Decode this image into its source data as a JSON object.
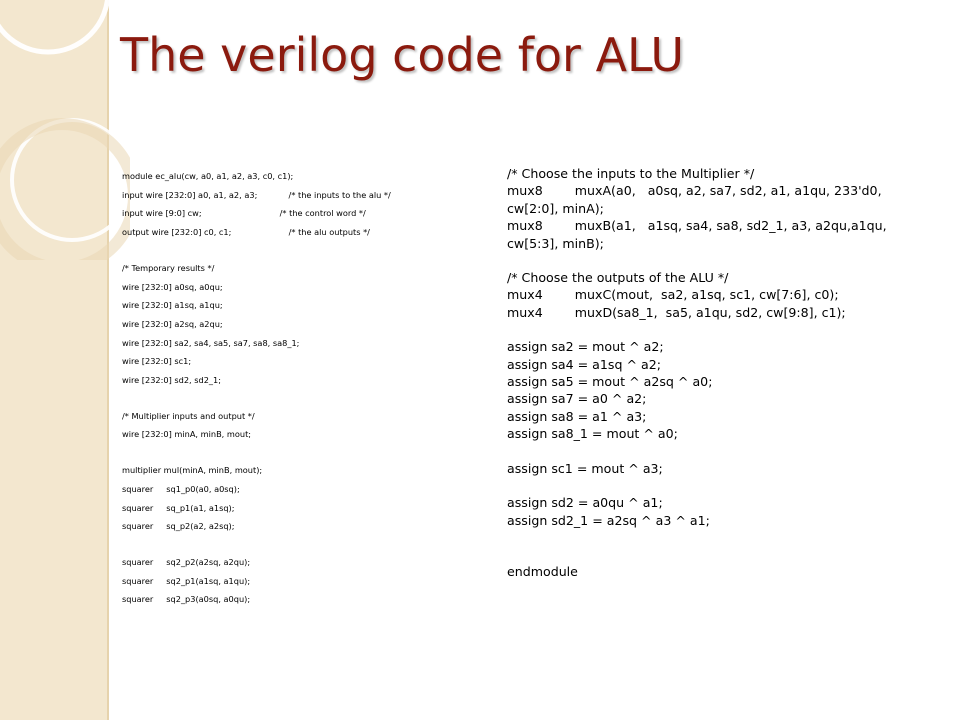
{
  "slide": {
    "title": "The verilog code for ALU",
    "accent_color": "#8b1a0e",
    "band_color": "#f3e7cf",
    "circle_color": "#ffffff"
  },
  "left_code": [
    "module ec_alu(cw, a0, a1, a2, a3, c0, c1);",
    "input wire [232:0] a0, a1, a2, a3;            /* the inputs to the alu */",
    "input wire [9:0] cw;                              /* the control word */",
    "output wire [232:0] c0, c1;                      /* the alu outputs */",
    "",
    "/* Temporary results */",
    "wire [232:0] a0sq, a0qu;",
    "wire [232:0] a1sq, a1qu;",
    "wire [232:0] a2sq, a2qu;",
    "wire [232:0] sa2, sa4, sa5, sa7, sa8, sa8_1;",
    "wire [232:0] sc1;",
    "wire [232:0] sd2, sd2_1;",
    "",
    "/* Multiplier inputs and output */",
    "wire [232:0] minA, minB, mout;",
    "",
    "multiplier mul(minA, minB, mout);",
    "squarer     sq1_p0(a0, a0sq);",
    "squarer     sq_p1(a1, a1sq);",
    "squarer     sq_p2(a2, a2sq);",
    "",
    "squarer     sq2_p2(a2sq, a2qu);",
    "squarer     sq2_p1(a1sq, a1qu);",
    "squarer     sq2_p3(a0sq, a0qu);"
  ],
  "right_code": [
    "/* Choose the inputs to the Multiplier */",
    "mux8        muxA(a0,   a0sq, a2, sa7, sd2, a1, a1qu, 233'd0,",
    "cw[2:0], minA);",
    "mux8        muxB(a1,   a1sq, sa4, sa8, sd2_1, a3, a2qu,a1qu,",
    "cw[5:3], minB);",
    "",
    "/* Choose the outputs of the ALU */",
    "mux4        muxC(mout,  sa2, a1sq, sc1, cw[7:6], c0);",
    "mux4        muxD(sa8_1,  sa5, a1qu, sd2, cw[9:8], c1);",
    "",
    "assign sa2 = mout ^ a2;",
    "assign sa4 = a1sq ^ a2;",
    "assign sa5 = mout ^ a2sq ^ a0;",
    "assign sa7 = a0 ^ a2;",
    "assign sa8 = a1 ^ a3;",
    "assign sa8_1 = mout ^ a0;",
    "",
    "assign sc1 = mout ^ a3;",
    "",
    "assign sd2 = a0qu ^ a1;",
    "assign sd2_1 = a2sq ^ a3 ^ a1;",
    "",
    "",
    "endmodule"
  ]
}
